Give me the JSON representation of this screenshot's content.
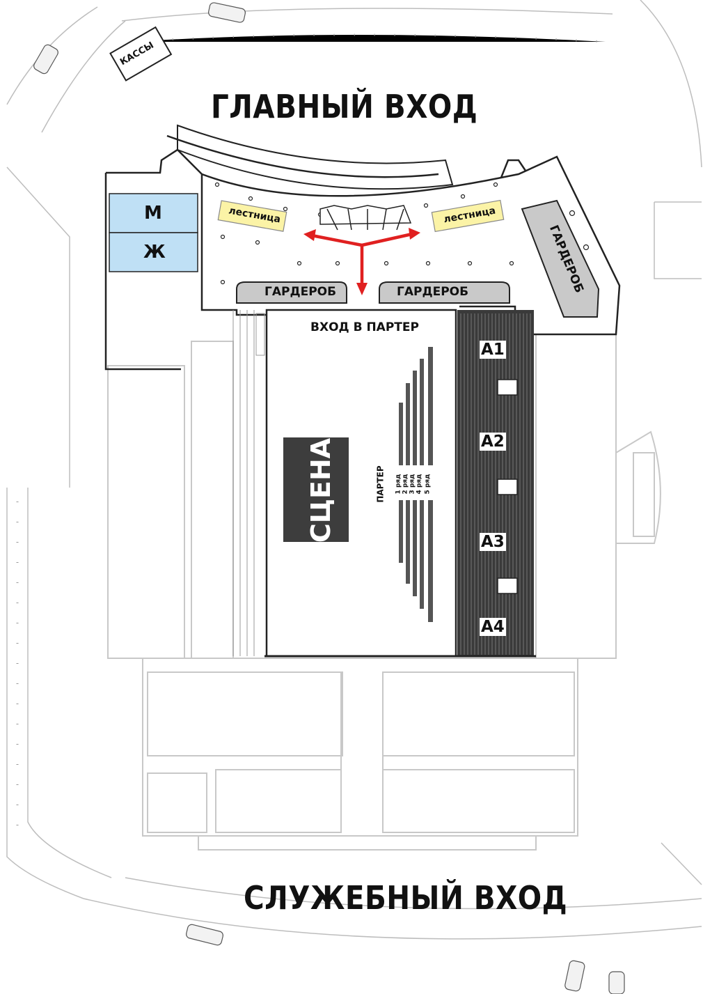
{
  "titles": {
    "main_entrance": "ГЛАВНЫЙ ВХОД",
    "service_entrance": "СЛУЖЕБНЫЙ ВХОД"
  },
  "labels": {
    "box_office": "КАССЫ",
    "stairs_left": "лестница",
    "stairs_right": "лестница",
    "men_wc": "М",
    "women_wc": "Ж",
    "cloakroom_left": "ГАРДЕРОБ",
    "cloakroom_center": "ГАРДЕРОБ",
    "cloakroom_right": "ГАРДЕРОБ",
    "stalls_entrance": "ВХОД В ПАРТЕР",
    "stage": "СЦЕНА",
    "stalls": "ПАРТЕР"
  },
  "rows": [
    "1 ряд",
    "2 ряд",
    "3 ряд",
    "4 ряд",
    "5 ряд"
  ],
  "sectors": [
    "А1",
    "А2",
    "А3",
    "А4"
  ],
  "colors": {
    "wc_fill": "#bfe0f5",
    "stairs_fill": "#fbf3a6",
    "cloakroom_fill": "#c9c9c9",
    "stage_fill": "#3d3d3d",
    "arrow": "#e02020",
    "wall": "#222222",
    "faint_wall": "#c8c8c8"
  }
}
